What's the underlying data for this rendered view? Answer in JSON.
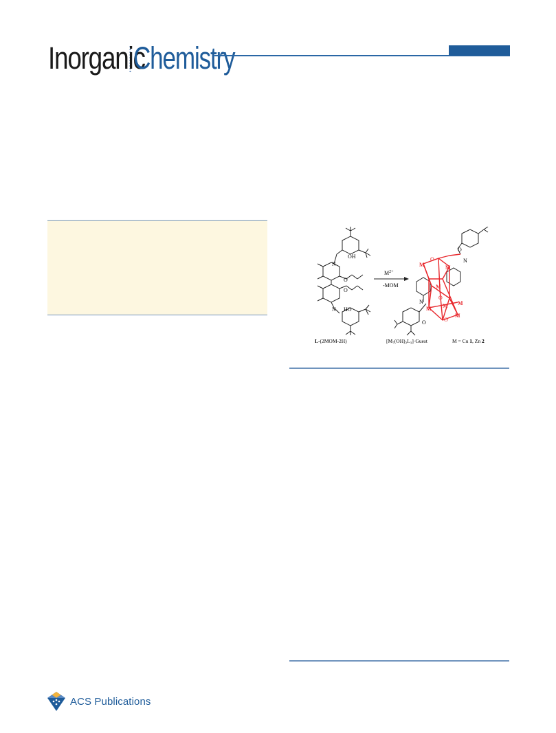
{
  "journal": {
    "name_part1": "Inorganic",
    "name_part2": "Chemistry"
  },
  "scheme": {
    "metal_reagent": "M",
    "metal_charge": "2+",
    "reagent_loss": "-MOM",
    "ligand_bold": "L",
    "ligand_rest": "-(2MOM-2H)",
    "product_label": "[M₇(OH)₂L₃]·Guest",
    "metal_assignment_prefix": "M = Cu ",
    "metal_1": "1",
    "metal_sep": ", Zn ",
    "metal_2": "2",
    "atom_labels": {
      "oh": "OH",
      "ho": "HO",
      "n": "N",
      "o": "O",
      "m": "M"
    }
  },
  "publisher": {
    "name": "ACS Publications"
  },
  "colors": {
    "brand_blue": "#1f5c9a",
    "rule_blue": "#6f93bd",
    "highlight_yellow": "#fdf7e0",
    "cluster_red": "#e8262b"
  }
}
